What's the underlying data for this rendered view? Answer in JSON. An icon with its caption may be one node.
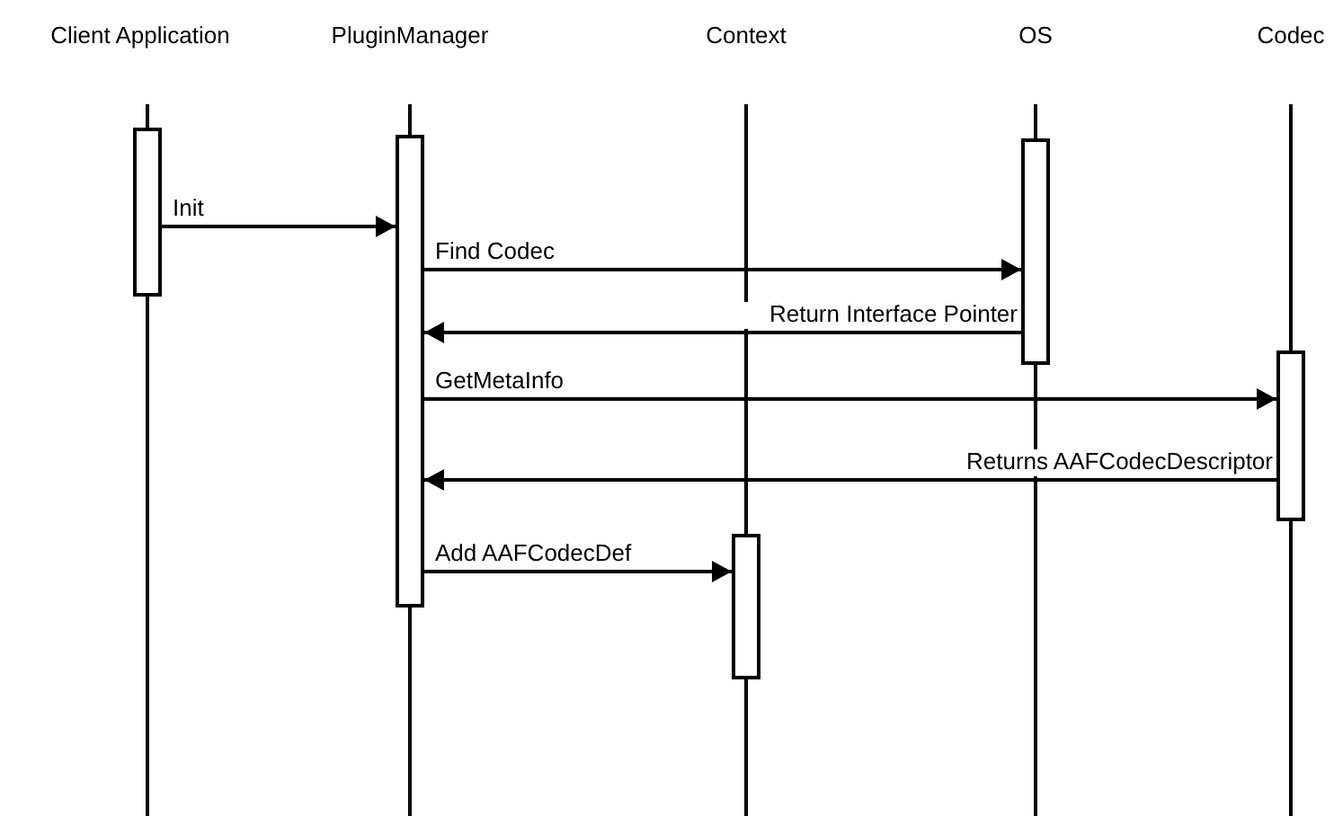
{
  "diagram": {
    "nodes": [
      {
        "text": [
          "Client Application"
        ]
      },
      {
        "text": [
          "PluginManager"
        ]
      },
      {
        "text": [
          "Context"
        ]
      },
      {
        "text": [
          "OS"
        ]
      },
      {
        "text": [
          "Codec"
        ]
      },
      {
        "text": [],
        "shape": "bar"
      },
      {
        "text": [],
        "shape": "bar"
      },
      {
        "text": [],
        "shape": "bar"
      },
      {
        "text": [],
        "shape": "bar"
      },
      {
        "text": [],
        "shape": "bar"
      }
    ],
    "edges": [
      {
        "from": 5,
        "to": 6,
        "arrow": "to",
        "label": "Init"
      },
      {
        "from": 6,
        "to": 8,
        "arrow": "to",
        "label": "Find Codec"
      },
      {
        "from": 8,
        "to": 6,
        "arrow": "to",
        "label": "Return Interface Pointer"
      },
      {
        "from": 6,
        "to": 9,
        "arrow": "to",
        "label": "GetMetaInfo"
      },
      {
        "from": 9,
        "to": 6,
        "arrow": "to",
        "label": "Returns AAFCodecDescriptor"
      },
      {
        "from": 6,
        "to": 7,
        "arrow": "to",
        "label": "Add AAFCodecDef"
      }
    ]
  }
}
